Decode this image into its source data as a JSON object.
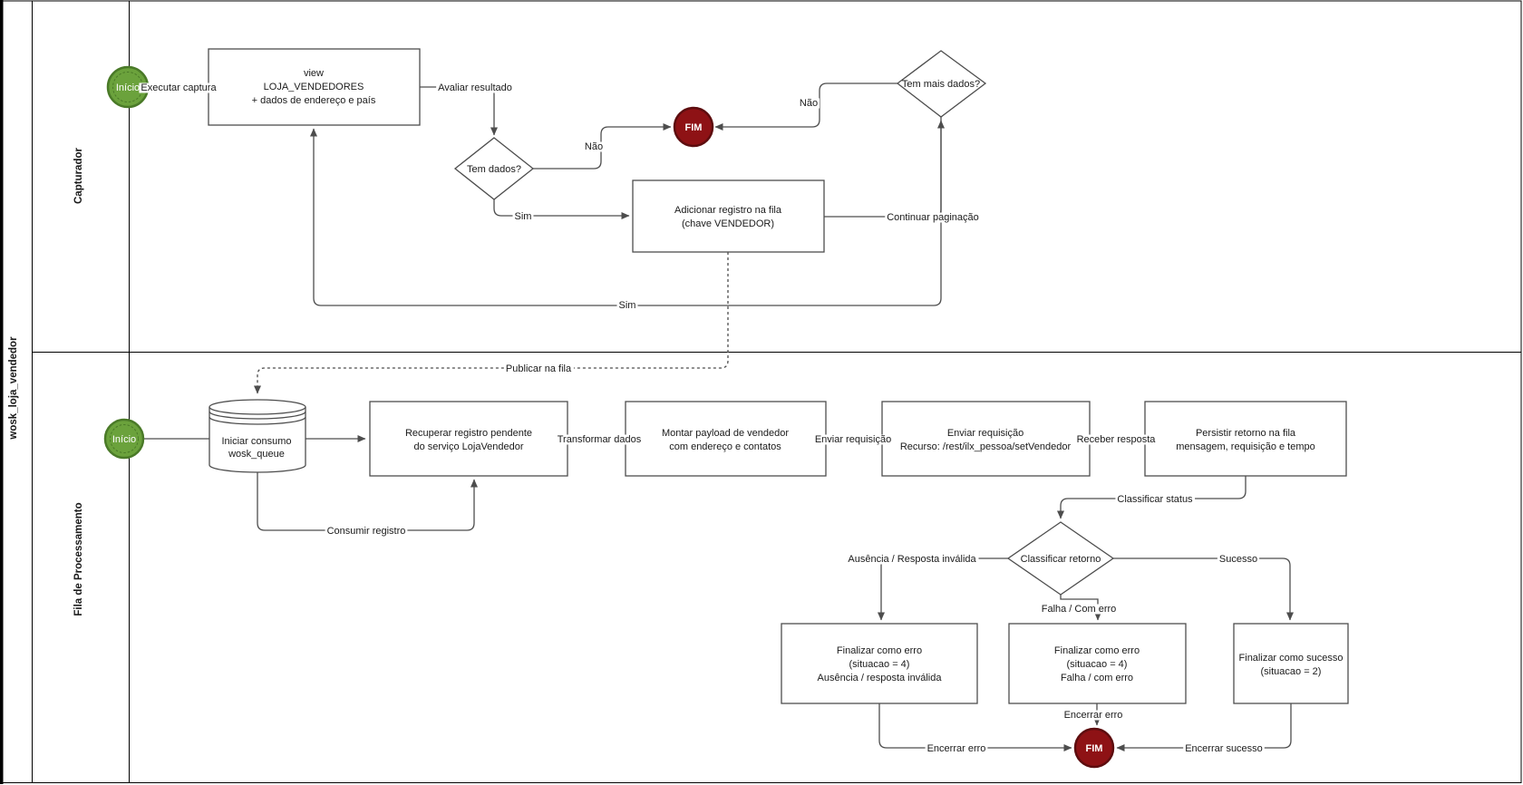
{
  "pool": {
    "title": "wosk_loja_vendedor"
  },
  "lanes": [
    {
      "label": "Capturador"
    },
    {
      "label": "Fila de Processamento"
    }
  ],
  "colors": {
    "start_fill": "#6ba23c",
    "start_border": "#4a7a28",
    "end_fill": "#8e1215",
    "end_border": "#5d0d0f",
    "line": "#4d4d4d"
  },
  "nodes": {
    "start1": {
      "label": "Início"
    },
    "view": {
      "lines": [
        "view",
        "LOJA_VENDEDORES",
        "+ dados de endereço e país"
      ]
    },
    "tem_dados": {
      "label": "Tem dados?"
    },
    "fim1": {
      "label": "FIM"
    },
    "tem_mais_dados": {
      "label": "Tem mais dados?"
    },
    "adicionar": {
      "lines": [
        "Adicionar registro na fila",
        "(chave VENDEDOR)"
      ]
    },
    "start2": {
      "label": "Início"
    },
    "queue": {
      "label": "wosk_queue"
    },
    "recuperar": {
      "lines": [
        "Recuperar registro pendente",
        "do serviço LojaVendedor"
      ]
    },
    "montar": {
      "lines": [
        "Montar payload de vendedor",
        "com endereço e contatos"
      ]
    },
    "enviar": {
      "lines": [
        "Enviar requisição",
        "Recurso: /rest/ilx_pessoa/setVendedor"
      ]
    },
    "persistir": {
      "lines": [
        "Persistir retorno na fila",
        "mensagem, requisição e tempo"
      ]
    },
    "classificar": {
      "label": "Classificar retorno"
    },
    "erro_ausencia": {
      "lines": [
        "Finalizar como erro",
        "(situacao = 4)",
        "Ausência / resposta inválida"
      ]
    },
    "erro_falha": {
      "lines": [
        "Finalizar como erro",
        "(situacao = 4)",
        "Falha / com erro"
      ]
    },
    "fin_sucesso": {
      "lines": [
        "Finalizar como sucesso",
        "(situacao = 2)"
      ]
    },
    "fim2": {
      "label": "FIM"
    }
  },
  "edges": {
    "executar_captura": "Executar captura",
    "avaliar_resultado": "Avaliar resultado",
    "nao1": "Não",
    "nao2": "Não",
    "sim1": "Sim",
    "sim2": "Sim",
    "continuar_paginacao": "Continuar paginação",
    "publicar_na_fila": "Publicar na fila",
    "iniciar_consumo": "Iniciar consumo",
    "consumir_registro": "Consumir registro",
    "transformar_dados": "Transformar dados",
    "enviar_requisicao": "Enviar requisição",
    "receber_resposta": "Receber resposta",
    "classificar_status": "Classificar status",
    "ausencia_resposta": "Ausência / Resposta inválida",
    "falha_com_erro": "Falha / Com erro",
    "sucesso": "Sucesso",
    "encerrar_erro1": "Encerrar erro",
    "encerrar_erro2": "Encerrar erro",
    "encerrar_sucesso": "Encerrar sucesso"
  }
}
